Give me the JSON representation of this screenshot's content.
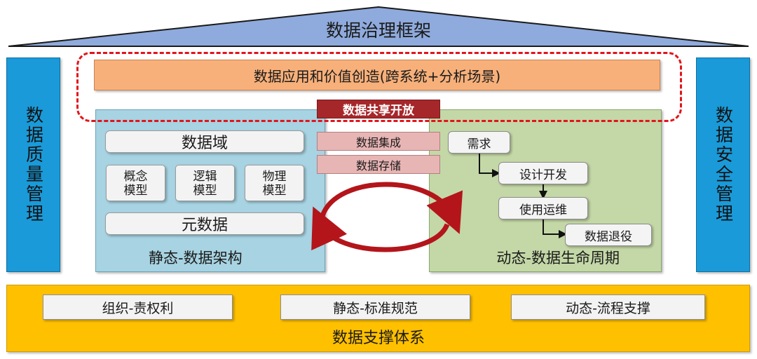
{
  "header": {
    "title": "数据治理框架"
  },
  "left_column": {
    "label": "数据质量管理"
  },
  "right_column": {
    "label": "数据安全管理"
  },
  "application_bar": {
    "label": "数据应用和价值创造(跨系统+分析场景)"
  },
  "center": {
    "share_label": "数据共享开放",
    "integration_label": "数据集成",
    "storage_label": "数据存储"
  },
  "static_panel": {
    "domain_label": "数据域",
    "models": [
      {
        "line1": "概念",
        "line2": "模型"
      },
      {
        "line1": "逻辑",
        "line2": "模型"
      },
      {
        "line1": "物理",
        "line2": "模型"
      }
    ],
    "metadata_label": "元数据",
    "title": "静态-数据架构"
  },
  "dynamic_panel": {
    "steps": [
      "需求",
      "设计开发",
      "使用运维",
      "数据退役"
    ],
    "title": "动态-数据生命周期"
  },
  "support": {
    "items": [
      "组织-责权利",
      "静态-标准规范",
      "动态-流程支撑"
    ],
    "title": "数据支撑体系"
  },
  "colors": {
    "roof": "#8faadc",
    "side_columns": "#1a9ad8",
    "application_bar": "#f7b07a",
    "dashed_highlight": "#e3141b",
    "static_panel": "#a7d3e2",
    "dynamic_panel": "#c4d8a7",
    "share_bar": "#a6272a",
    "pink_boxes": "#e8b5b5",
    "support": "#ffc000",
    "cycle_arrows": "#b3151b"
  }
}
